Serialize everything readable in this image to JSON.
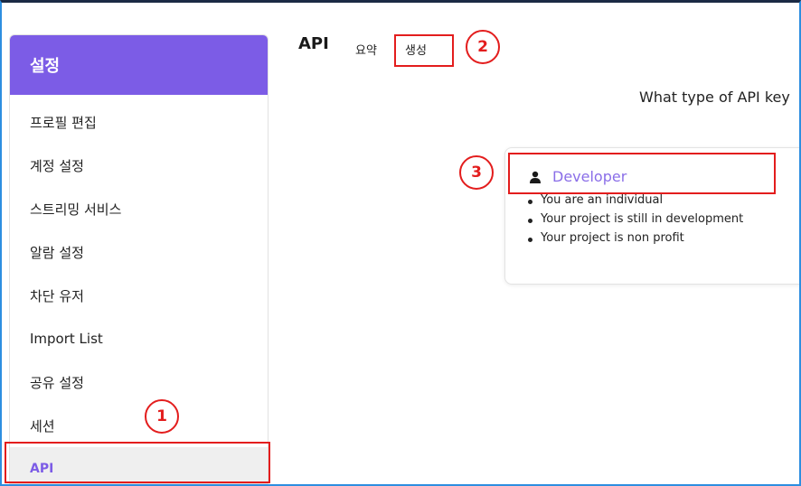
{
  "sidebar": {
    "title": "설정",
    "items": [
      {
        "label": "프로필 편집"
      },
      {
        "label": "계정 설정"
      },
      {
        "label": "스트리밍 서비스"
      },
      {
        "label": "알람 설정"
      },
      {
        "label": "차단 유저"
      },
      {
        "label": "Import List"
      },
      {
        "label": "공유 설정"
      },
      {
        "label": "세션"
      },
      {
        "label": "API",
        "active": true
      }
    ]
  },
  "main": {
    "title": "API",
    "tabs": [
      {
        "label": "요약"
      },
      {
        "label": "생성",
        "annotated": true
      }
    ],
    "question": "What type of API key",
    "card": {
      "icon": "person-icon",
      "title": "Developer",
      "bullets": [
        "You are an individual",
        "Your project is still in development",
        "Your project is non profit"
      ]
    }
  },
  "annotations": {
    "step1": "1",
    "step2": "2",
    "step3": "3"
  },
  "colors": {
    "accent": "#7c5ce6",
    "annotation": "#e31d1d"
  }
}
